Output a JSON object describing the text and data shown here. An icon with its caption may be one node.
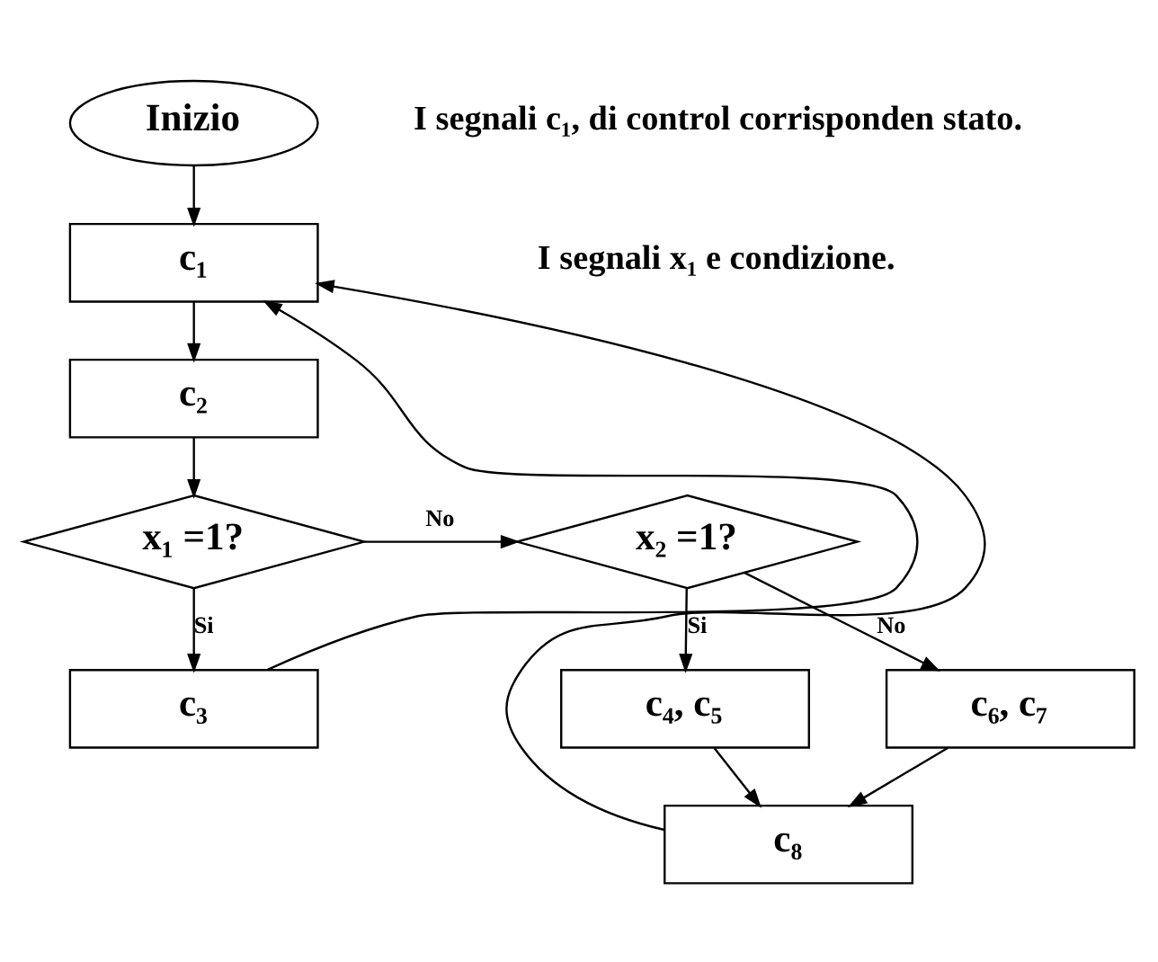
{
  "diagram": {
    "nodes": [
      {
        "text": [
          "Inizio"
        ]
      },
      {
        "text": [
          "c₁"
        ]
      },
      {
        "text": [
          "c₂"
        ]
      },
      {
        "text": [
          "x₁ =1?"
        ]
      },
      {
        "text": [
          "c₃"
        ]
      },
      {
        "text": [
          "x₂ =1?"
        ]
      },
      {
        "text": [
          "c₄, c₅"
        ]
      },
      {
        "text": [
          "c₆, c₇"
        ]
      },
      {
        "text": [
          "c₈"
        ]
      }
    ],
    "edges": [
      {
        "from": 0,
        "to": 1,
        "arrow": "to"
      },
      {
        "from": 1,
        "to": 2,
        "arrow": "to"
      },
      {
        "from": 2,
        "to": 3,
        "arrow": "to"
      },
      {
        "from": 3,
        "to": 4,
        "arrow": "to",
        "label": "Si"
      },
      {
        "from": 3,
        "to": 5,
        "arrow": "to",
        "label": "No"
      },
      {
        "from": 4,
        "to": 1,
        "arrow": "to"
      },
      {
        "from": 5,
        "to": 6,
        "arrow": "to",
        "label": "Si"
      },
      {
        "from": 5,
        "to": 7,
        "arrow": "to",
        "label": "No"
      },
      {
        "from": 6,
        "to": 8,
        "arrow": "to"
      },
      {
        "from": 7,
        "to": 8,
        "arrow": "to"
      },
      {
        "from": 8,
        "to": 1,
        "arrow": "to"
      }
    ],
    "labels": [
      "I segnali c₁, di control corrisponden stato.",
      "I segnali x₁ e condizione."
    ]
  }
}
